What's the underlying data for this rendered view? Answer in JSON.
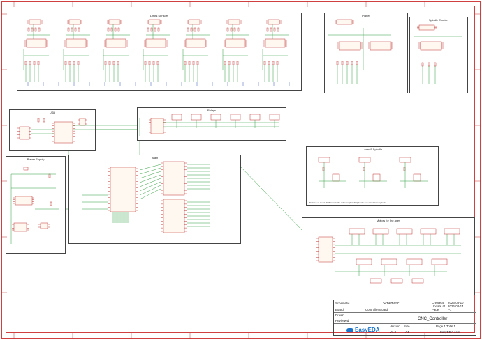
{
  "blocks": {
    "limits": "Limits Sensors",
    "planer": "Planer",
    "spindle": "Spindle Enabler",
    "usb": "USB",
    "relays": "Relays",
    "brain": "Brain",
    "power": "Power Supply",
    "laser": "Laser & Spindle",
    "drivers": "Motors for the axes"
  },
  "laser_note": "We have to invert PWM inside the software (PicoNC) for the laser and linux spindle",
  "title_block": {
    "schematic_label": "Schematic",
    "schematic_value": "Schematic",
    "board_label": "Board",
    "board_value": "Controller Board",
    "drawn_label": "Drawn",
    "reviewed_label": "Reviewed",
    "create_label": "Create at",
    "create_value": "2026-03-10",
    "update_label": "Update at",
    "update_value": "2026-03-14",
    "page_label": "Page",
    "page_value": "P1",
    "project_title": "CNC_Controller",
    "version_label": "Version",
    "version_value": "V1.0",
    "size_label": "Size",
    "size_value": "A4",
    "pageof_value": "Page 1  Total 1",
    "brand": "EasyEDA",
    "url": "EasyEDA.com"
  },
  "colors": {
    "frame": "#d04040",
    "wire": "#2e9e3e",
    "component": "#c03030",
    "label": "#3050c0"
  }
}
